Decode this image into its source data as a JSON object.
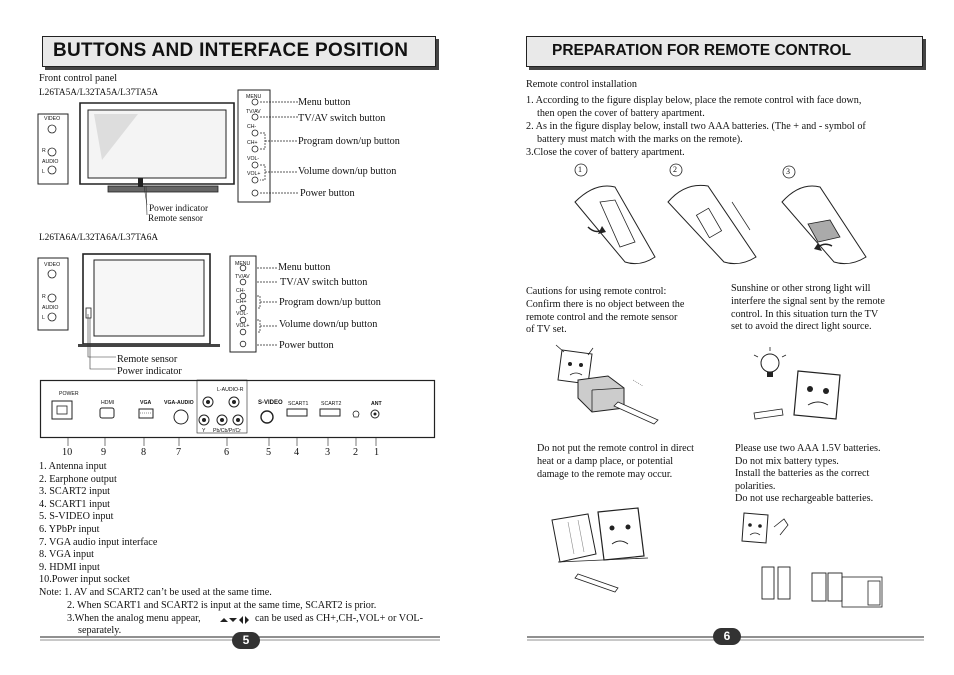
{
  "left": {
    "title": "BUTTONS AND INTERFACE  POSITION",
    "front_panel_label": "Front control panel",
    "model_a": "L26TA5A/L32TA5A/L37TA5A",
    "model_b": "L26TA6A/L32TA6A/L37TA6A",
    "side_jacks": {
      "video": "VIDEO",
      "r": "R",
      "audio": "AUDIO",
      "l": "L"
    },
    "panel_small_labels": [
      "MENU",
      "TV/AV",
      "CH-",
      "CH+",
      "VOL-",
      "VOL+"
    ],
    "callouts_a": [
      "Menu button",
      "TV/AV switch button",
      "Program down/up button",
      "Volume down/up button",
      "Power button"
    ],
    "indicator_a": [
      "Power indicator",
      "Remote sensor"
    ],
    "callouts_b": [
      "Menu button",
      "TV/AV switch button",
      "Program down/up button",
      "Volume down/up button",
      "Power button"
    ],
    "indicator_b": [
      "Remote sensor",
      "Power indicator"
    ],
    "rear_labels": {
      "power": "POWER",
      "hdmi": "HDMI",
      "vga": "VGA",
      "vga_audio": "VGA-AUDIO",
      "l_audio_r": "L-AUDIO-R",
      "y": "Y",
      "pbpr": "Pb/Cb/Pr/Cr",
      "svideo": "S-VIDEO",
      "scart1": "SCART1",
      "scart2": "SCART2",
      "ant": "ANT"
    },
    "rear_numbers": [
      "10",
      "9",
      "8",
      "7",
      "6",
      "5",
      "4",
      "3",
      "2",
      "1"
    ],
    "list": [
      "1. Antenna input",
      "2. Earphone output",
      "3. SCART2 input",
      "4. SCART1 input",
      "5. S-VIDEO input",
      "6. YPbPr input",
      "7. VGA audio input interface",
      "8. VGA input",
      "9. HDMI input",
      "10.Power input socket"
    ],
    "note1": "Note: 1. AV and SCART2 can’t be used at the same time.",
    "note2": "2. When SCART1 and SCART2 is input at the same time, SCART2 is prior.",
    "note3a": "3.When the analog menu appear,",
    "note3b": "can be used as CH+,CH-,VOL+ or VOL-",
    "note3c": "separately.",
    "page": "5"
  },
  "right": {
    "title": "PREPARATION FOR REMOTE CONTROL",
    "install_heading": "Remote control installation",
    "step1a": "1. According to the figure display below, place the remote control with face down,",
    "step1b": "then open the cover of  battery apartment.",
    "step2a": "2. As in the figure display below, install two AAA batteries. (The + and - symbol of",
    "step2b": "battery must match with the marks on the remote).",
    "step3": "3.Close the cover of battery apartment.",
    "fig_numbers": [
      "1",
      "2",
      "3"
    ],
    "caution_a": [
      "Cautions for using remote control:",
      "Confirm there is no object between the",
      "remote control and the remote sensor",
      "of TV set."
    ],
    "caution_b": [
      "Sunshine or other strong light will",
      "interfere the signal sent by the remote",
      "control. In this situation turn the TV",
      "set to avoid the direct light source."
    ],
    "caution_c": [
      "Do not put the remote control in direct",
      "heat or a damp place, or potential",
      "damage to the remote may occur."
    ],
    "caution_d": [
      "Please use two AAA 1.5V batteries.",
      "Do not mix battery types.",
      "Install the batteries as the correct",
      "polarities.",
      "Do not use rechargeable batteries."
    ],
    "page": "6"
  }
}
